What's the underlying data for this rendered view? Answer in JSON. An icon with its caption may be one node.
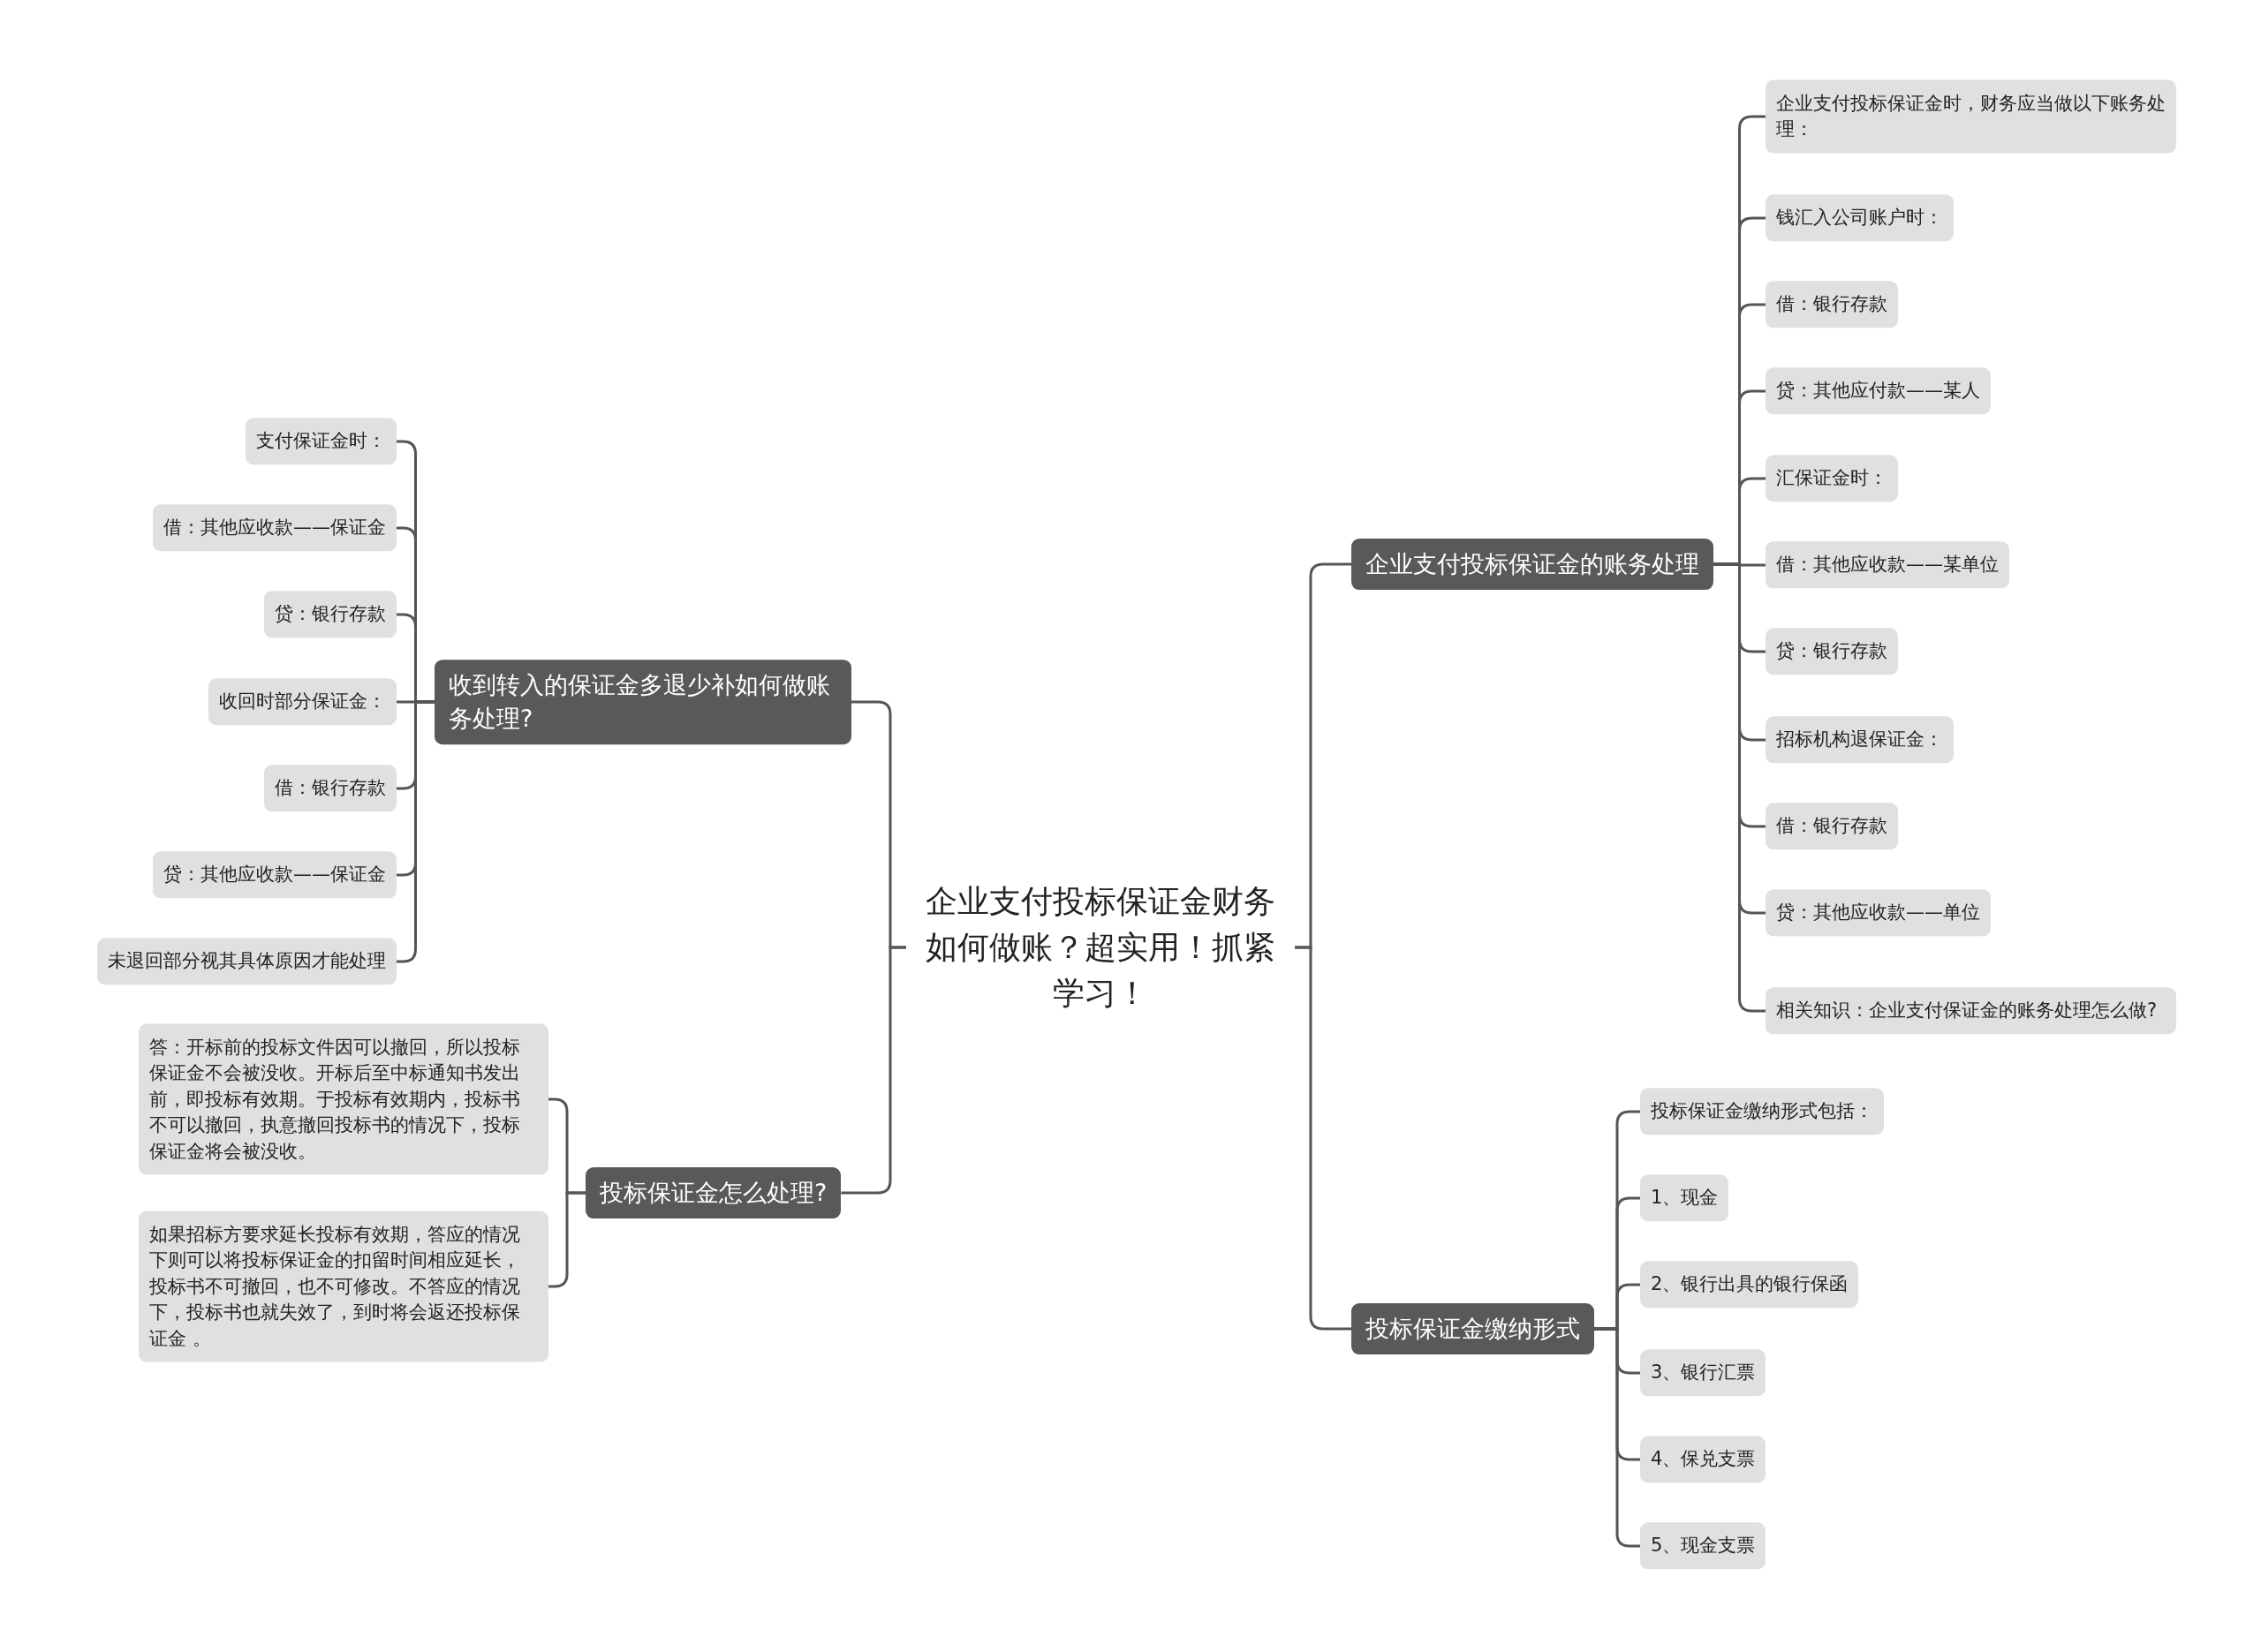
{
  "diagram": {
    "nodes": [
      {
        "text": [
          "企业支付投标保证金财务如何做账？超实用！抓紧学习！"
        ]
      },
      {
        "text": [
          "收到转入的保证金多退少补如何做账务处理?"
        ]
      },
      {
        "text": [
          "支付保证金时："
        ]
      },
      {
        "text": [
          "借：其他应收款——保证金"
        ]
      },
      {
        "text": [
          "贷：银行存款"
        ]
      },
      {
        "text": [
          "收回时部分保证金："
        ]
      },
      {
        "text": [
          "借：银行存款"
        ]
      },
      {
        "text": [
          "贷：其他应收款——保证金"
        ]
      },
      {
        "text": [
          "未退回部分视其具体原因才能处理"
        ]
      },
      {
        "text": [
          "投标保证金怎么处理?"
        ]
      },
      {
        "text": [
          "答：开标前的投标文件因可以撤回，所以投标保证金不会被没收。开标后至中标通知书发出前，即投标有效期。于投标有效期内，投标书不可以撤回，执意撤回投标书的情况下，投标保证金将会被没收。"
        ]
      },
      {
        "text": [
          "如果招标方要求延长投标有效期，答应的情况下则可以将投标保证金的扣留时间相应延长，投标书不可撤回，也不可修改。不答应的情况下，投标书也就失效了，到时将会返还投标保证金 。"
        ]
      },
      {
        "text": [
          "企业支付投标保证金的账务处理"
        ]
      },
      {
        "text": [
          "企业支付投标保证金时，财务应当做以下账务处理："
        ]
      },
      {
        "text": [
          "钱汇入公司账户时："
        ]
      },
      {
        "text": [
          "借：银行存款"
        ]
      },
      {
        "text": [
          "贷：其他应付款——某人"
        ]
      },
      {
        "text": [
          "汇保证金时："
        ]
      },
      {
        "text": [
          "借：其他应收款——某单位"
        ]
      },
      {
        "text": [
          "贷：银行存款"
        ]
      },
      {
        "text": [
          "招标机构退保证金："
        ]
      },
      {
        "text": [
          "借：银行存款"
        ]
      },
      {
        "text": [
          "贷：其他应收款——单位"
        ]
      },
      {
        "text": [
          "相关知识：企业支付保证金的账务处理怎么做?"
        ]
      },
      {
        "text": [
          "投标保证金缴纳形式"
        ]
      },
      {
        "text": [
          "投标保证金缴纳形式包括："
        ]
      },
      {
        "text": [
          "1、现金"
        ]
      },
      {
        "text": [
          "2、银行出具的银行保函"
        ]
      },
      {
        "text": [
          "3、银行汇票"
        ]
      },
      {
        "text": [
          "4、保兑支票"
        ]
      },
      {
        "text": [
          "5、现金支票"
        ]
      }
    ],
    "edges": [
      {
        "from": 0,
        "to": 1,
        "arrow": "none"
      },
      {
        "from": 1,
        "to": 2,
        "arrow": "none"
      },
      {
        "from": 1,
        "to": 3,
        "arrow": "none"
      },
      {
        "from": 1,
        "to": 4,
        "arrow": "none"
      },
      {
        "from": 1,
        "to": 5,
        "arrow": "none"
      },
      {
        "from": 1,
        "to": 6,
        "arrow": "none"
      },
      {
        "from": 1,
        "to": 7,
        "arrow": "none"
      },
      {
        "from": 1,
        "to": 8,
        "arrow": "none"
      },
      {
        "from": 0,
        "to": 9,
        "arrow": "none"
      },
      {
        "from": 9,
        "to": 10,
        "arrow": "none"
      },
      {
        "from": 9,
        "to": 11,
        "arrow": "none"
      },
      {
        "from": 0,
        "to": 12,
        "arrow": "none"
      },
      {
        "from": 12,
        "to": 13,
        "arrow": "none"
      },
      {
        "from": 12,
        "to": 14,
        "arrow": "none"
      },
      {
        "from": 12,
        "to": 15,
        "arrow": "none"
      },
      {
        "from": 12,
        "to": 16,
        "arrow": "none"
      },
      {
        "from": 12,
        "to": 17,
        "arrow": "none"
      },
      {
        "from": 12,
        "to": 18,
        "arrow": "none"
      },
      {
        "from": 12,
        "to": 19,
        "arrow": "none"
      },
      {
        "from": 12,
        "to": 20,
        "arrow": "none"
      },
      {
        "from": 12,
        "to": 21,
        "arrow": "none"
      },
      {
        "from": 12,
        "to": 22,
        "arrow": "none"
      },
      {
        "from": 12,
        "to": 23,
        "arrow": "none"
      },
      {
        "from": 0,
        "to": 24,
        "arrow": "none"
      },
      {
        "from": 24,
        "to": 25,
        "arrow": "none"
      },
      {
        "from": 24,
        "to": 26,
        "arrow": "none"
      },
      {
        "from": 24,
        "to": 27,
        "arrow": "none"
      },
      {
        "from": 24,
        "to": 28,
        "arrow": "none"
      },
      {
        "from": 24,
        "to": 29,
        "arrow": "none"
      },
      {
        "from": 24,
        "to": 30,
        "arrow": "none"
      }
    ]
  }
}
